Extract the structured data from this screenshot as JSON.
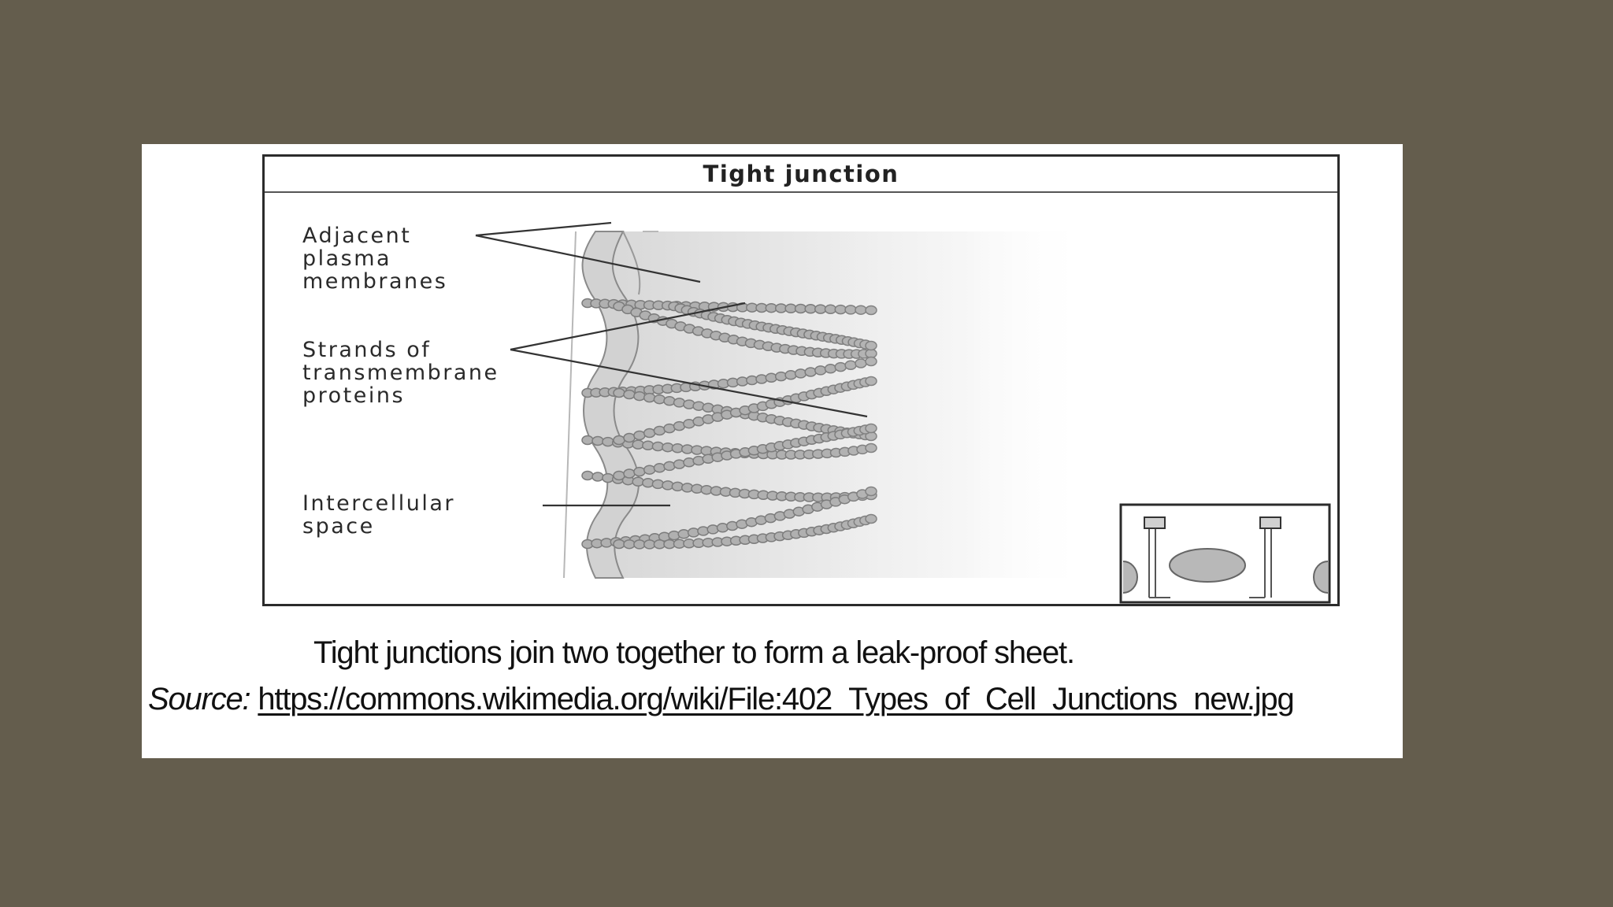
{
  "figure": {
    "title": "Tight junction",
    "labels": {
      "adjacent_membranes": [
        "Adjacent",
        "plasma",
        "membranes"
      ],
      "strands": [
        "Strands of",
        "transmembrane",
        "proteins"
      ],
      "intercellular": [
        "Intercellular",
        "space"
      ]
    }
  },
  "caption": {
    "text": "Tight junctions join two together to form a leak-proof sheet."
  },
  "source": {
    "label": "Source:",
    "url": "https://commons.wikimedia.org/wiki/File:402_Types_of_Cell_Junctions_new.jpg"
  },
  "colors": {
    "slide_background": "#645d4d",
    "panel": "#ffffff",
    "membrane_fill": "#cfcfcf",
    "bead": "#a9a9a9"
  }
}
